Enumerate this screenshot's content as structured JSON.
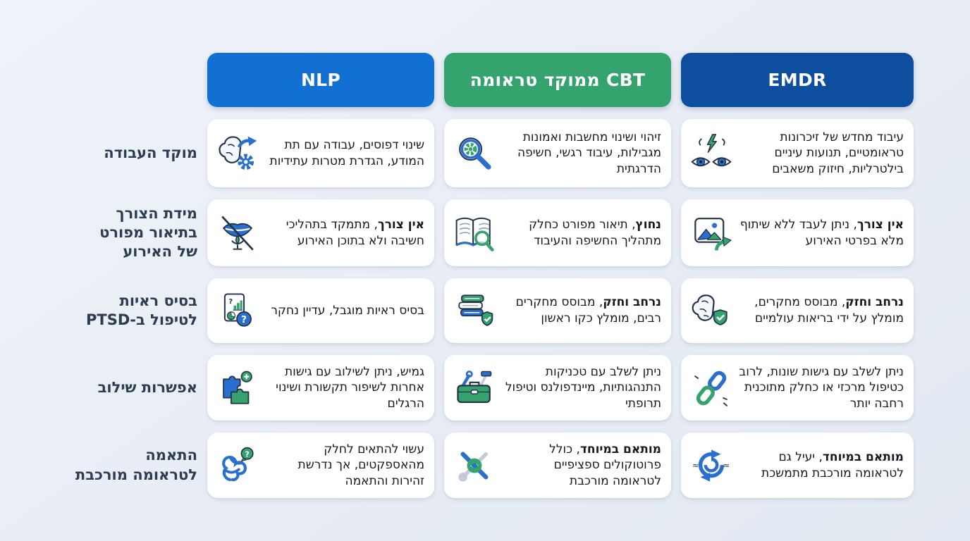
{
  "page": {
    "background_color": "#e8edf5",
    "card_color": "#ffffff",
    "label_color": "#2c3c52"
  },
  "columns": [
    {
      "key": "nlp",
      "label": "NLP",
      "color": "#1270d3"
    },
    {
      "key": "cbt",
      "label": "CBT ממוקד טראומה",
      "color": "#35a36d"
    },
    {
      "key": "emdr",
      "label": "EMDR",
      "color": "#0d4f9e"
    }
  ],
  "rows": [
    {
      "label": "מוקד העבודה",
      "cells": [
        {
          "icon": "brain-gear-arrow-icon",
          "bold": "",
          "text": "שינוי דפוסים, עבודה עם תת המודע, הגדרת מטרות עתידיות"
        },
        {
          "icon": "magnifier-gear-icon",
          "bold": "",
          "text": "זיהוי ושינוי מחשבות ואמונות מגבילות, עיבוד רגשי, חשיפה הדרגתית"
        },
        {
          "icon": "eyes-lightning-icon",
          "bold": "",
          "text": "עיבוד מחדש של זיכרונות טראומטיים, תנועות עיניים בילטרליות, חיזוק משאבים"
        }
      ]
    },
    {
      "label": "מידת הצורך\nבתיאור מפורט\nשל האירוע",
      "cells": [
        {
          "icon": "no-speech-icon",
          "bold": "אין צורך",
          "text": ", מתמקד בתהליכי חשיבה ולא בתוכן האירוע"
        },
        {
          "icon": "book-magnifier-icon",
          "bold": "נחוץ",
          "text": ", תיאור מפורט כחלק מתהליך החשיפה והעיבוד"
        },
        {
          "icon": "image-share-icon",
          "bold": "אין צורך",
          "text": ", ניתן לעבד ללא שיתוף מלא בפרטי האירוע"
        }
      ]
    },
    {
      "label": "בסיס ראיות\nלטיפול ב-PTSD",
      "cells": [
        {
          "icon": "chart-question-icon",
          "bold": "",
          "text": "בסיס ראיות מוגבל, עדיין נחקר"
        },
        {
          "icon": "books-shield-icon",
          "bold": "נרחב וחזק",
          "text": ", מבוסס מחקרים רבים, מומלץ כקו ראשון"
        },
        {
          "icon": "brain-shield-icon",
          "bold": "נרחב וחזק",
          "text": ", מבוסס מחקרים, מומלץ על ידי בריאות עולמיים"
        }
      ]
    },
    {
      "label": "אפשרות שילוב",
      "cells": [
        {
          "icon": "puzzle-plus-icon",
          "bold": "",
          "text": "גמיש, ניתן לשילוב עם גישות אחרות לשיפור תקשורת ושינוי הרגלים"
        },
        {
          "icon": "toolbox-icon",
          "bold": "",
          "text": "ניתן לשלב עם טכניקות התנהגותיות, מיינדפולנס וטיפול תרופתי"
        },
        {
          "icon": "chain-links-icon",
          "bold": "",
          "text": "ניתן לשלב עם גישות שונות, לרוב כטיפול מרכזי או כחלק מתוכנית רחבה יותר"
        }
      ]
    },
    {
      "label": "התאמה\nלטראומה מורכבת",
      "cells": [
        {
          "icon": "knot-question-icon",
          "bold": "",
          "text": "עשוי להתאים לחלק מהאספקטים, אך נדרשת זהירות והתאמה"
        },
        {
          "icon": "knot-tools-icon",
          "bold": "מותאם במיוחד",
          "text": ", כולל פרוטוקולים ספציפיים לטראומה מורכבת"
        },
        {
          "icon": "spiral-arrows-icon",
          "bold": "מותאם במיוחד",
          "text": ", יעיל גם לטראומה מורכבת מתמשכת"
        }
      ]
    }
  ]
}
